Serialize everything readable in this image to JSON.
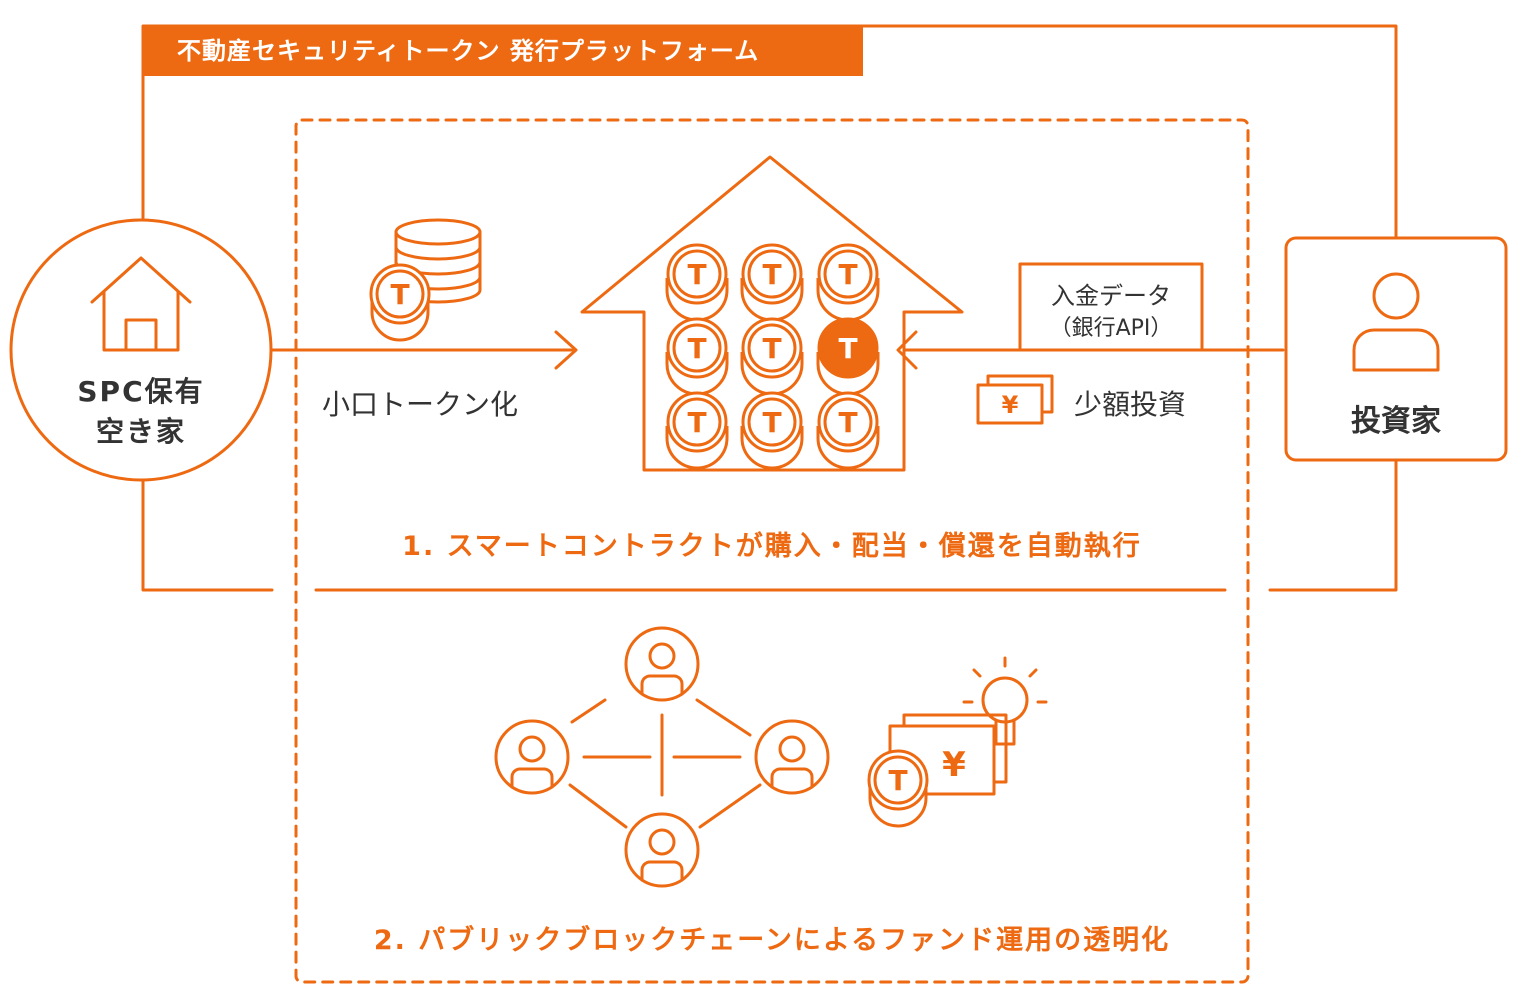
{
  "banner": {
    "title": "不動産セキュリティトークン 発行プラットフォーム"
  },
  "spc": {
    "line1": "SPC保有",
    "line2": "空き家"
  },
  "tokenize": {
    "label": "小口トークン化"
  },
  "deposit": {
    "line1": "入金データ",
    "line2": "（銀行API）"
  },
  "small_invest": {
    "label": "少額投資"
  },
  "investor": {
    "label": "投資家"
  },
  "steps": {
    "step1": "1. スマートコントラクトが購入・配当・償還を自動執行",
    "step2": "2. パブリックブロックチェーンによるファンド運用の透明化"
  },
  "token_glyph": "T",
  "yen_glyph": "¥",
  "colors": {
    "accent": "#EE6A12",
    "text": "#333333",
    "background": "#FFFFFF"
  }
}
